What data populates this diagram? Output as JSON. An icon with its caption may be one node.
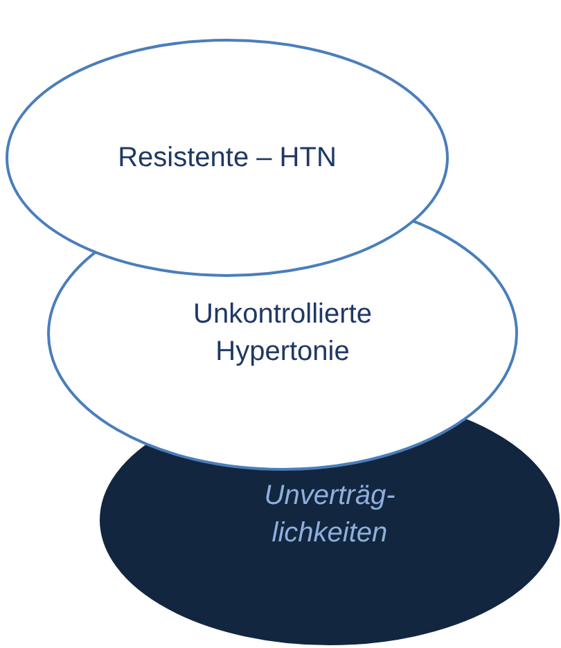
{
  "diagram": {
    "nodes": [
      {
        "text": [
          "Resistente – HTN"
        ]
      },
      {
        "text": [
          "Unkontrollierte Hypertonie"
        ]
      },
      {
        "text": [
          "Unverträg- lichkeiten"
        ]
      }
    ]
  }
}
